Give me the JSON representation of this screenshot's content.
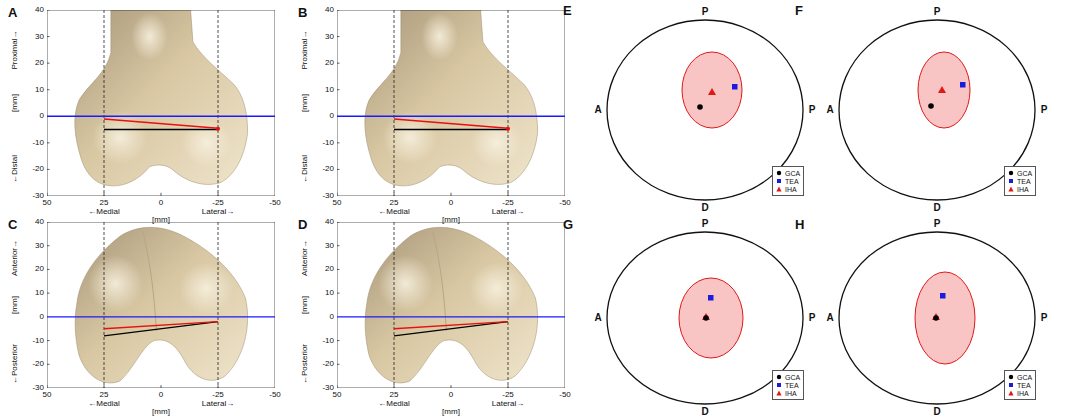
{
  "diagram": {
    "labels": [
      "A",
      "Proximal→",
      "[mm]",
      "←Distal",
      "40",
      "30",
      "20",
      "10",
      "0",
      "-10",
      "-20",
      "-30",
      "50",
      "25",
      "0",
      "-25",
      "-50",
      "←Medial",
      "[mm]",
      "Lateral→",
      "B",
      "Proximal→",
      "[mm]",
      "←Distal",
      "40",
      "30",
      "20",
      "10",
      "0",
      "-10",
      "-20",
      "-30",
      "50",
      "25",
      "0",
      "-25",
      "-50",
      "←Medial",
      "[mm]",
      "Lateral→",
      "C",
      "Anterior→",
      "[mm]",
      "←Posterior",
      "40",
      "30",
      "20",
      "10",
      "0",
      "-10",
      "-20",
      "-30",
      "50",
      "25",
      "0",
      "-25",
      "-50",
      "←Medial",
      "[mm]",
      "Lateral→",
      "D",
      "Anterior→",
      "[mm]",
      "←Posterior",
      "40",
      "30",
      "20",
      "10",
      "0",
      "-10",
      "-20",
      "-30",
      "50",
      "25",
      "0",
      "-25",
      "-50",
      "←Medial",
      "[mm]",
      "Lateral→",
      "E",
      "P",
      "A",
      "P",
      "D",
      "F",
      "P",
      "A",
      "P",
      "D",
      "G",
      "P",
      "A",
      "P",
      "D",
      "H",
      "P",
      "A",
      "P",
      "D"
    ],
    "legend": [
      {
        "text": "GCA"
      },
      {
        "text": "TEA"
      },
      {
        "text": "IHA"
      },
      {
        "text": "GCA"
      },
      {
        "text": "TEA"
      },
      {
        "text": "IHA"
      },
      {
        "text": "GCA"
      },
      {
        "text": "TEA"
      },
      {
        "text": "IHA"
      },
      {
        "text": "GCA"
      },
      {
        "text": "TEA"
      },
      {
        "text": "IHA"
      }
    ]
  }
}
